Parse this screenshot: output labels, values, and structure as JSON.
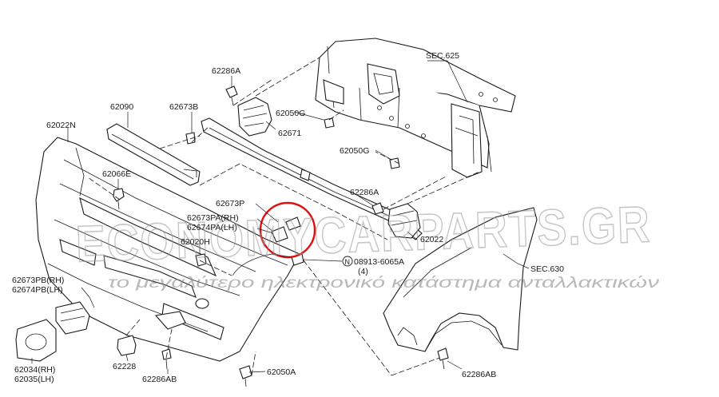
{
  "labels": {
    "sec625": "SEC.625",
    "p62286A_top": "62286A",
    "p62090": "62090",
    "p62673B": "62673B",
    "p62050G_top": "62050G",
    "p62671": "62671",
    "p62022N": "62022N",
    "p62050G_mid": "62050G",
    "p62066E": "62066E",
    "p62286A_mid": "62286A",
    "p62673P": "62673P",
    "p62673PA": "62673PA(RH)",
    "p62674PA": "62674PA(LH)",
    "p62022": "62022",
    "p62020H": "62020H",
    "p08913": "08913-6065A",
    "p08913_qty": "(4)",
    "n_symbol": "N",
    "sec630": "SEC.630",
    "p62673PB": "62673PB(RH)",
    "p62674PB": "62674PB(LH)",
    "p62034": "62034(RH)",
    "p62035": "62035(LH)",
    "p62228": "62228",
    "p62286AB_bottom": "62286AB",
    "p62050A": "62050A",
    "p62286AB_right": "62286AB"
  },
  "watermark": {
    "brand": "ECONOMYCARPARTS.GR",
    "tagline": "το μεγαλύτερο ηλεκτρονικό κατάστημα ανταλλακτικών"
  },
  "colors": {
    "line": "#1a1a1a",
    "highlight": "#e01010",
    "watermark": "#9a9a9a"
  }
}
